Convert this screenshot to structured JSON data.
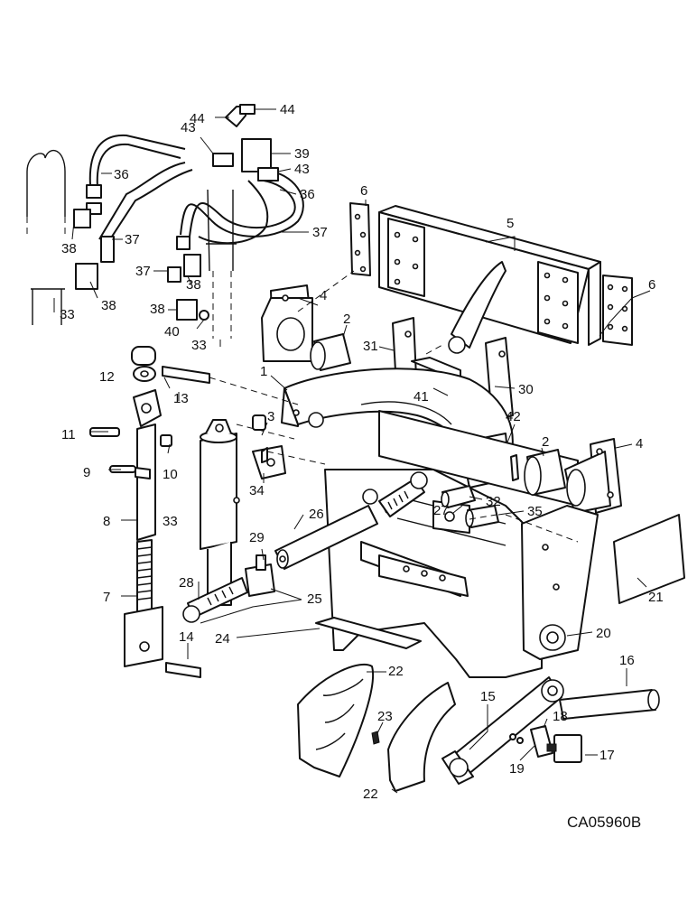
{
  "diagram_code": "CA05960B",
  "callouts": [
    {
      "id": "c44a",
      "text": "44"
    },
    {
      "id": "c44b",
      "text": "44"
    },
    {
      "id": "c43a",
      "text": "43"
    },
    {
      "id": "c39",
      "text": "39"
    },
    {
      "id": "c43b",
      "text": "43"
    },
    {
      "id": "c36a",
      "text": "36"
    },
    {
      "id": "c36b",
      "text": "36"
    },
    {
      "id": "c37a",
      "text": "37"
    },
    {
      "id": "c37b",
      "text": "37"
    },
    {
      "id": "c37c",
      "text": "37"
    },
    {
      "id": "c38a",
      "text": "38"
    },
    {
      "id": "c38b",
      "text": "38"
    },
    {
      "id": "c38c",
      "text": "38"
    },
    {
      "id": "c38d",
      "text": "38"
    },
    {
      "id": "c33a",
      "text": "33"
    },
    {
      "id": "c33b",
      "text": "33"
    },
    {
      "id": "c33c",
      "text": "33"
    },
    {
      "id": "c40",
      "text": "40"
    },
    {
      "id": "c6a",
      "text": "6"
    },
    {
      "id": "c6b",
      "text": "6"
    },
    {
      "id": "c5",
      "text": "5"
    },
    {
      "id": "c4a",
      "text": "4"
    },
    {
      "id": "c4b",
      "text": "4"
    },
    {
      "id": "c2a",
      "text": "2"
    },
    {
      "id": "c2b",
      "text": "2"
    },
    {
      "id": "c31",
      "text": "31"
    },
    {
      "id": "c1",
      "text": "1"
    },
    {
      "id": "c12",
      "text": "12"
    },
    {
      "id": "c13",
      "text": "13"
    },
    {
      "id": "c41",
      "text": "41"
    },
    {
      "id": "c30",
      "text": "30"
    },
    {
      "id": "c42",
      "text": "42"
    },
    {
      "id": "c11",
      "text": "11"
    },
    {
      "id": "c3",
      "text": "3"
    },
    {
      "id": "c9",
      "text": "9"
    },
    {
      "id": "c10",
      "text": "10"
    },
    {
      "id": "c34",
      "text": "34"
    },
    {
      "id": "c32",
      "text": "32"
    },
    {
      "id": "c27",
      "text": "27"
    },
    {
      "id": "c35",
      "text": "35"
    },
    {
      "id": "c8",
      "text": "8"
    },
    {
      "id": "c26",
      "text": "26"
    },
    {
      "id": "c29",
      "text": "29"
    },
    {
      "id": "c7",
      "text": "7"
    },
    {
      "id": "c28",
      "text": "28"
    },
    {
      "id": "c25",
      "text": "25"
    },
    {
      "id": "c21",
      "text": "21"
    },
    {
      "id": "c20",
      "text": "20"
    },
    {
      "id": "c24",
      "text": "24"
    },
    {
      "id": "c14",
      "text": "14"
    },
    {
      "id": "c22a",
      "text": "22"
    },
    {
      "id": "c22b",
      "text": "22"
    },
    {
      "id": "c16",
      "text": "16"
    },
    {
      "id": "c15",
      "text": "15"
    },
    {
      "id": "c23",
      "text": "23"
    },
    {
      "id": "c18",
      "text": "18"
    },
    {
      "id": "c17",
      "text": "17"
    },
    {
      "id": "c19",
      "text": "19"
    }
  ]
}
